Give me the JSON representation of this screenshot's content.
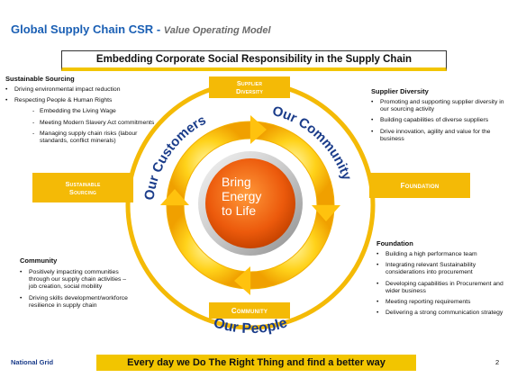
{
  "header": {
    "title": "Global Supply Chain CSR",
    "separator": "-",
    "subtitle": "Value Operating Model"
  },
  "banner": "Embedding Corporate Social Responsibility in the Supply Chain",
  "sustainable_sourcing": {
    "heading": "Sustainable Sourcing",
    "bullets": [
      "Driving environmental impact reduction",
      "Respecting People & Human Rights"
    ],
    "sub_bullets": [
      "Embedding the Living Wage",
      "Meeting Modern Slavery Act commitments",
      "Managing supply chain risks (labour standards, conflict minerals)"
    ]
  },
  "supplier_diversity": {
    "heading": "Supplier Diversity",
    "bullets": [
      "Promoting and supporting supplier diversity in our sourcing activity",
      "Building capabilities of diverse suppliers",
      "Drive innovation, agility and value for the business"
    ]
  },
  "community": {
    "heading": "Community",
    "bullets": [
      "Positively impacting communities through our supply chain activities – job creation, social mobility",
      "Driving skills development/workforce resilience in supply chain"
    ]
  },
  "foundation": {
    "heading": "Foundation",
    "bullets": [
      "Building a high performance team",
      "Integrating relevant Sustainability considerations into procurement",
      "Developing capabilities in Procurement and wider business",
      "Meeting reporting requirements",
      "Delivering a strong communication strategy"
    ]
  },
  "pillars": {
    "supplier_diversity": [
      "Supplier",
      "Diversity"
    ],
    "sustainable_sourcing": [
      "Sustainable",
      "Sourcing"
    ],
    "foundation": "Foundation",
    "community": "Community"
  },
  "ring_labels": {
    "customers": "Our Customers",
    "community": "Our Community",
    "people": "Our People"
  },
  "center": [
    "Bring",
    "Energy",
    "to Life"
  ],
  "footer": {
    "brand": "National Grid",
    "tagline": "Every day we Do The Right Thing and find a better way",
    "page": "2"
  },
  "colors": {
    "title_blue": "#1a5fb4",
    "ring_blue": "#1a3c8a",
    "accent_yellow": "#f4ba06",
    "center_orange": "#e8560a"
  }
}
